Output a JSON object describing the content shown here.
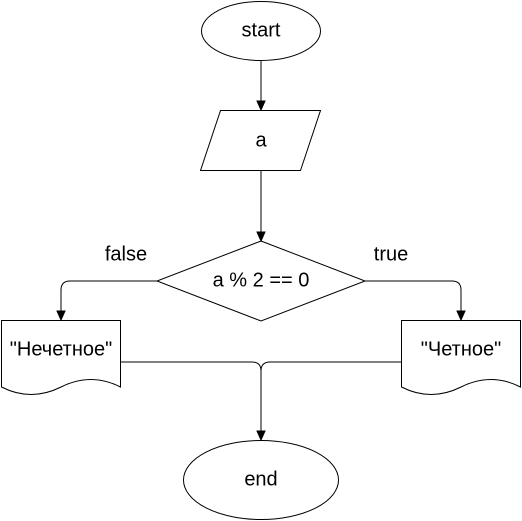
{
  "flowchart": {
    "start": "start",
    "input": "a",
    "condition": "a % 2 == 0",
    "branch_false": "false",
    "branch_true": "true",
    "output_false": "\"Нечетное\"",
    "output_true": "\"Четное\"",
    "end": "end"
  },
  "colors": {
    "stroke": "#000000",
    "fill": "#ffffff"
  }
}
